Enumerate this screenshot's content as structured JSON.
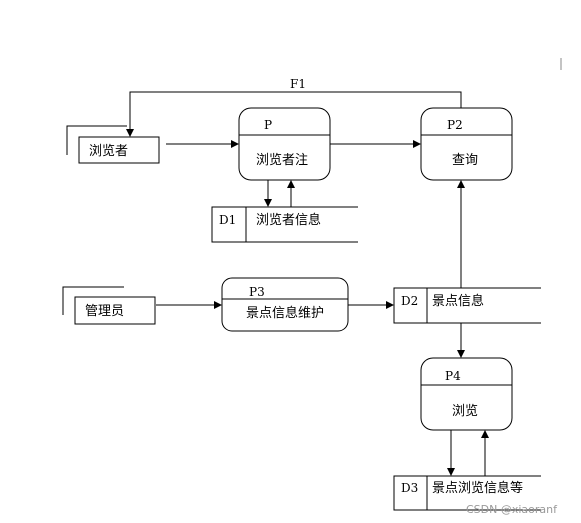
{
  "flow_label": "F1",
  "entities": {
    "browser": "浏览者",
    "admin": "管理员"
  },
  "processes": {
    "p": {
      "id": "P",
      "label": "浏览者注"
    },
    "p2": {
      "id": "P2",
      "label": "查询"
    },
    "p3": {
      "id": "P3",
      "label": "景点信息维护"
    },
    "p4": {
      "id": "P4",
      "label": "浏览"
    }
  },
  "stores": {
    "d1": {
      "id": "D1",
      "label": "浏览者信息"
    },
    "d2": {
      "id": "D2",
      "label": "景点信息"
    },
    "d3": {
      "id": "D3",
      "label": "景点浏览信息等"
    }
  },
  "watermark": "CSDN @xiaoranf"
}
